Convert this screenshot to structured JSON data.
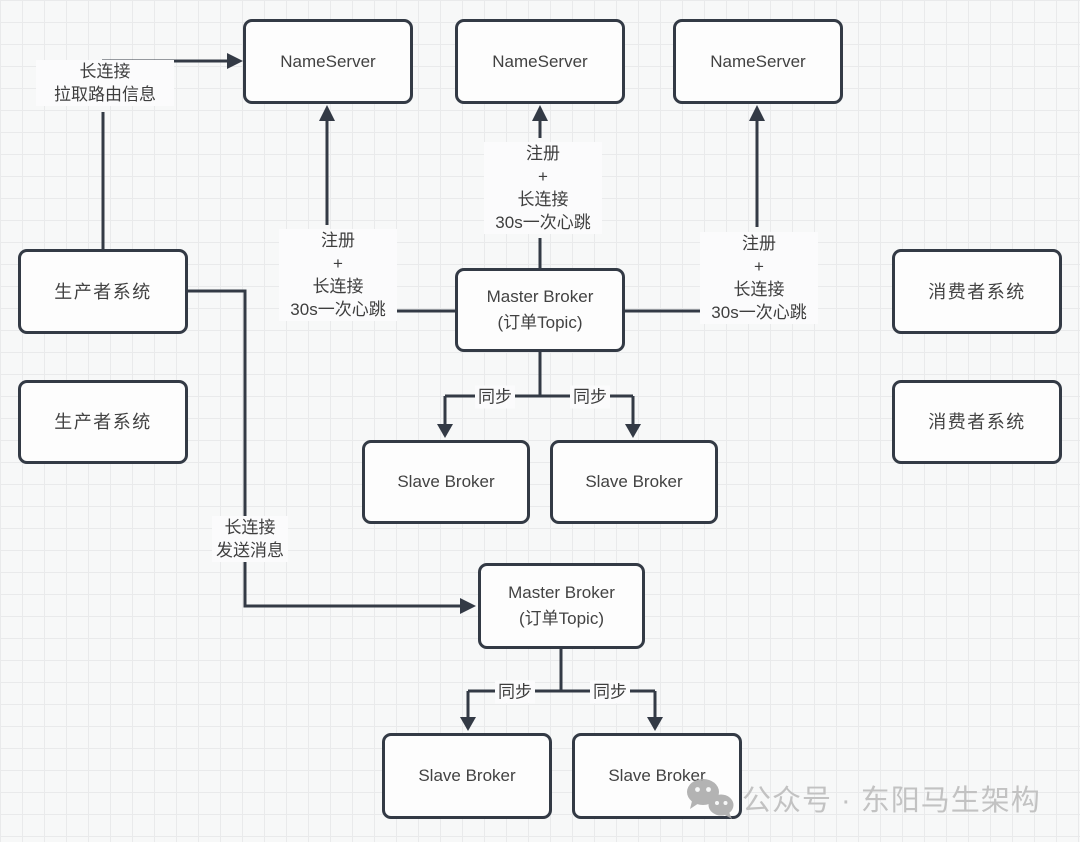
{
  "nodes": {
    "nameserver1": {
      "label": "NameServer"
    },
    "nameserver2": {
      "label": "NameServer"
    },
    "nameserver3": {
      "label": "NameServer"
    },
    "producer1": {
      "label": "生产者系统"
    },
    "producer2": {
      "label": "生产者系统"
    },
    "consumer1": {
      "label": "消费者系统"
    },
    "consumer2": {
      "label": "消费者系统"
    },
    "master_broker1": {
      "line1": "Master Broker",
      "line2": "(订单Topic)"
    },
    "master_broker2": {
      "line1": "Master Broker",
      "line2": "(订单Topic)"
    },
    "slave_broker1a": {
      "label": "Slave Broker"
    },
    "slave_broker1b": {
      "label": "Slave Broker"
    },
    "slave_broker2a": {
      "label": "Slave Broker"
    },
    "slave_broker2b": {
      "label": "Slave Broker"
    }
  },
  "edge_labels": {
    "pull_route": {
      "lines": [
        "长连接",
        "拉取路由信息"
      ]
    },
    "register_left": {
      "lines": [
        "注册",
        "+",
        "长连接",
        "30s一次心跳"
      ]
    },
    "register_middle": {
      "lines": [
        "注册",
        "+",
        "长连接",
        "30s一次心跳"
      ]
    },
    "register_right": {
      "lines": [
        "注册",
        "+",
        "长连接",
        "30s一次心跳"
      ]
    },
    "sync_top_left": "同步",
    "sync_top_right": "同步",
    "sync_bottom_left": "同步",
    "sync_bottom_right": "同步",
    "send_message": {
      "lines": [
        "长连接",
        "发送消息"
      ]
    }
  },
  "watermark": {
    "text": "公众号 · 东阳马生架构",
    "icon": "wechat-icon"
  },
  "colors": {
    "line": "#333a45",
    "box_border": "#333a45",
    "box_fill": "#fdfdfd",
    "text": "#424242",
    "watermark_text": "#c2c2c2",
    "watermark_icon": "#ababab",
    "grid_line": "#e9eaeb",
    "background": "#f7f8f8"
  }
}
